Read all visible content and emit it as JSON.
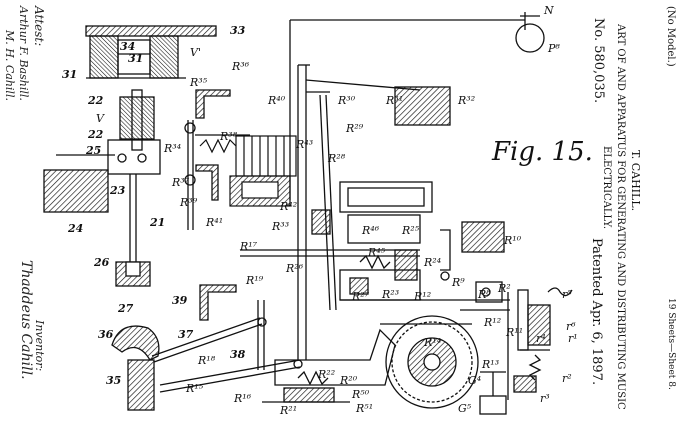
{
  "header": {
    "model_note": "(No Model.)",
    "patent_number": "No. 580,035.",
    "inventor_line": "T. CAHILL.",
    "title_line1": "ART OF AND APPARATUS FOR GENERATING AND DISTRIBUTING MUSIC",
    "title_line2": "ELECTRICALLY.",
    "patent_date": "Patented Apr. 6, 1897.",
    "sheet_info": "19 Sheets—Sheet 8."
  },
  "figure": {
    "label": "Fig. 15."
  },
  "signatures": {
    "attest_label": "Attest:",
    "witness1": "Arthur F. Bashill.",
    "witness2": "M. H. Cahill.",
    "inventor_label": "Inventor:",
    "inventor_signature": "Thaddeus Cahill."
  },
  "part_labels": [
    "N",
    "P⁸",
    "33",
    "34",
    "31",
    "V'",
    "31",
    "R³⁶",
    "R³⁵",
    "R³⁰",
    "R³¹",
    "R³²",
    "R⁴⁰",
    "R²⁹",
    "R³⁴",
    "R³⁸",
    "R⁴³",
    "R²⁸",
    "R³⁷",
    "R³⁹",
    "R⁴¹",
    "R⁴²",
    "R³³",
    "R¹⁷",
    "R²⁶",
    "R⁴⁶",
    "R²⁵",
    "R⁴⁵",
    "R²⁴",
    "R¹⁰",
    "R²⁷",
    "R²³",
    "R¹²",
    "R⁹",
    "R⁸",
    "R²",
    "R¹²",
    "R¹¹",
    "r⁵",
    "r⁶",
    "r⁴",
    "r¹",
    "R¹⁸",
    "R¹⁹",
    "R¹⁵",
    "R¹⁶",
    "R¹⁴",
    "R¹³",
    "R²²",
    "R⁵⁰",
    "R⁵¹",
    "R²¹",
    "R²⁰",
    "G⁴",
    "G⁵",
    "r²",
    "r³",
    "22",
    "V",
    "22",
    "25",
    "23",
    "24",
    "21",
    "26",
    "27",
    "39",
    "36",
    "37",
    "38",
    "35"
  ]
}
